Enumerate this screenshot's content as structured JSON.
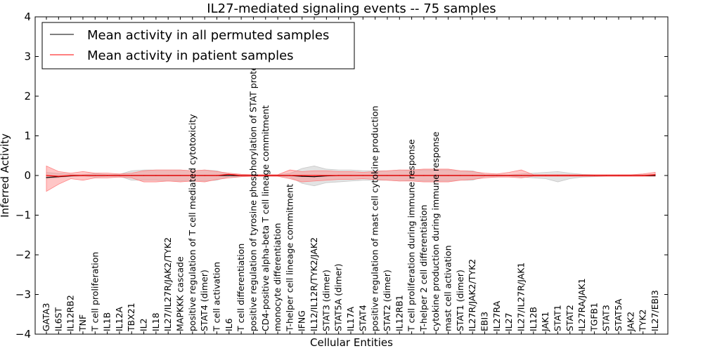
{
  "chart_data": {
    "type": "line",
    "title": "IL27-mediated signaling events -- 75 samples",
    "xlabel": "Cellular Entities",
    "ylabel": "Inferred Activity",
    "ylim": [
      -4,
      4
    ],
    "yticks": [
      "−4",
      "−3",
      "−2",
      "−1",
      "0",
      "1",
      "2",
      "3",
      "4"
    ],
    "grid": false,
    "legend_position": "top-left",
    "categories": [
      "GATA3",
      "IL6ST",
      "IL12RB2",
      "TNF",
      "T cell proliferation",
      "IL1B",
      "IL12A",
      "TBX21",
      "IL2",
      "IL18",
      "IL27/IL27R/JAK2/TYK2",
      "MAPKKK cascade",
      "positive regulation of T cell mediated cytotoxicity",
      "STAT4 (dimer)",
      "T cell activation",
      "IL6",
      "T cell differentiation",
      "positive regulation of tyrosine phosphorylation of STAT protein",
      "CD4-positive alpha-beta T cell lineage commitment",
      "monocyte differentiation",
      "T-helper cell lineage commitment",
      "IFNG",
      "IL12/IL12R/TYK2/JAK2",
      "STAT3 (dimer)",
      "STAT5A (dimer)",
      "IL17A",
      "STAT4",
      "positive regulation of mast cell cytokine production",
      "STAT2 (dimer)",
      "IL12RB1",
      "T cell proliferation during immune response",
      "T-helper 2 cell differentiation",
      "cytokine production during immune response",
      "mast cell activation",
      "STAT1 (dimer)",
      "IL27R/JAK2/TYK2",
      "EBI3",
      "IL27RA",
      "IL27",
      "IL27/IL27R/JAK1",
      "IL12B",
      "JAK1",
      "STAT1",
      "STAT2",
      "IL27RA/JAK1",
      "TGFB1",
      "STAT3",
      "STAT5A",
      "JAK2",
      "TYK2",
      "IL27/EBI3"
    ],
    "series": [
      {
        "name": "Mean activity in all permuted samples",
        "color": "#000000",
        "values": [
          -0.05,
          -0.03,
          -0.01,
          0.0,
          0.0,
          0.0,
          0.0,
          0.0,
          0.0,
          0.0,
          0.0,
          0.0,
          0.0,
          0.0,
          0.0,
          0.0,
          0.0,
          0.0,
          0.0,
          0.0,
          0.0,
          -0.02,
          -0.03,
          -0.01,
          0.0,
          0.0,
          0.0,
          0.0,
          0.0,
          0.0,
          0.0,
          0.0,
          0.0,
          0.0,
          0.0,
          0.0,
          0.0,
          0.0,
          0.0,
          0.0,
          0.0,
          0.0,
          0.0,
          0.0,
          0.0,
          0.0,
          0.0,
          0.0,
          0.0,
          0.0,
          0.0
        ],
        "band_color": "#c8c8c8",
        "band_low": [
          -0.08,
          -0.05,
          -0.02,
          -0.01,
          -0.04,
          -0.02,
          -0.02,
          -0.12,
          -0.12,
          -0.12,
          -0.14,
          -0.14,
          -0.12,
          -0.14,
          -0.12,
          -0.02,
          -0.02,
          -0.01,
          -0.01,
          -0.01,
          -0.04,
          -0.2,
          -0.26,
          -0.18,
          -0.16,
          -0.14,
          -0.12,
          -0.12,
          -0.12,
          -0.14,
          -0.12,
          -0.14,
          -0.14,
          -0.14,
          -0.12,
          -0.12,
          -0.02,
          -0.02,
          -0.01,
          -0.04,
          -0.06,
          -0.08,
          -0.16,
          -0.08,
          -0.04,
          -0.03,
          -0.02,
          -0.02,
          -0.02,
          -0.02,
          -0.02
        ],
        "band_high": [
          0.08,
          0.05,
          0.03,
          0.02,
          0.05,
          0.02,
          0.03,
          0.12,
          0.14,
          0.14,
          0.14,
          0.14,
          0.12,
          0.14,
          0.12,
          0.03,
          0.02,
          0.01,
          0.01,
          0.02,
          0.05,
          0.18,
          0.24,
          0.16,
          0.14,
          0.14,
          0.12,
          0.12,
          0.12,
          0.14,
          0.12,
          0.14,
          0.14,
          0.14,
          0.12,
          0.12,
          0.02,
          0.02,
          0.01,
          0.04,
          0.06,
          0.08,
          0.1,
          0.06,
          0.03,
          0.02,
          0.02,
          0.02,
          0.02,
          0.02,
          0.02
        ]
      },
      {
        "name": "Mean activity in patient samples",
        "color": "#ff0000",
        "values": [
          0.0,
          -0.02,
          0.0,
          0.0,
          0.0,
          0.0,
          0.0,
          0.0,
          0.0,
          0.0,
          0.0,
          0.0,
          0.0,
          0.0,
          0.0,
          0.03,
          0.0,
          0.0,
          0.0,
          0.0,
          0.0,
          0.0,
          0.0,
          0.0,
          0.0,
          0.0,
          0.0,
          0.0,
          0.0,
          0.0,
          0.0,
          0.0,
          0.0,
          0.0,
          0.0,
          0.0,
          0.0,
          0.0,
          0.0,
          0.0,
          0.0,
          0.0,
          0.0,
          0.0,
          0.0,
          0.0,
          0.0,
          0.0,
          0.0,
          0.0,
          0.02
        ],
        "band_color": "#ff8080",
        "band_low": [
          -0.4,
          -0.22,
          -0.08,
          -0.12,
          -0.06,
          -0.06,
          -0.04,
          -0.06,
          -0.16,
          -0.16,
          -0.14,
          -0.16,
          -0.14,
          -0.16,
          -0.1,
          -0.06,
          -0.03,
          -0.02,
          -0.02,
          -0.02,
          -0.08,
          -0.16,
          -0.14,
          -0.12,
          -0.1,
          -0.1,
          -0.08,
          -0.1,
          -0.12,
          -0.14,
          -0.14,
          -0.16,
          -0.16,
          -0.16,
          -0.12,
          -0.1,
          -0.06,
          -0.04,
          -0.04,
          -0.06,
          -0.02,
          -0.02,
          -0.02,
          -0.02,
          -0.02,
          -0.02,
          -0.02,
          -0.02,
          -0.02,
          -0.02,
          -0.02
        ],
        "band_high": [
          0.24,
          0.1,
          0.06,
          0.1,
          0.06,
          0.06,
          0.04,
          0.06,
          0.12,
          0.14,
          0.14,
          0.14,
          0.12,
          0.14,
          0.1,
          0.06,
          0.03,
          0.02,
          0.02,
          0.02,
          0.14,
          0.1,
          0.12,
          0.12,
          0.1,
          0.1,
          0.08,
          0.1,
          0.12,
          0.14,
          0.14,
          0.16,
          0.16,
          0.16,
          0.12,
          0.1,
          0.06,
          0.04,
          0.08,
          0.14,
          0.02,
          0.02,
          0.02,
          0.02,
          0.02,
          0.02,
          0.02,
          0.02,
          0.02,
          0.04,
          0.08
        ]
      }
    ]
  }
}
